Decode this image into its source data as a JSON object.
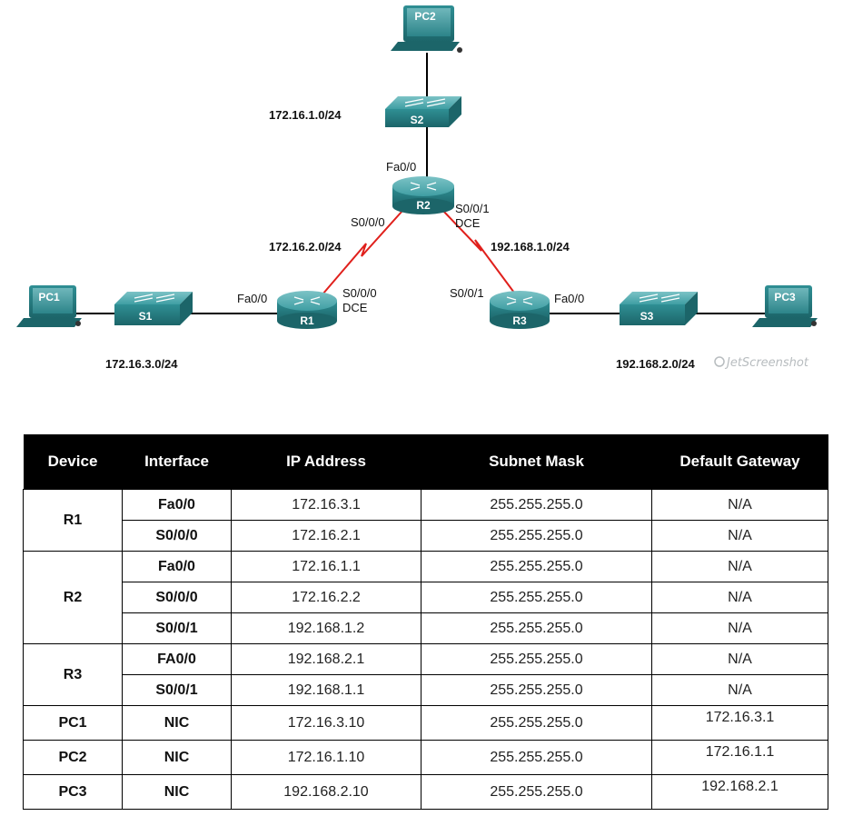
{
  "topology": {
    "devices": {
      "pc1": "PC1",
      "pc2": "PC2",
      "pc3": "PC3",
      "s1": "S1",
      "s2": "S2",
      "s3": "S3",
      "r1": "R1",
      "r2": "R2",
      "r3": "R3"
    },
    "networks": {
      "s2_lan": "172.16.1.0/24",
      "r1_r2": "172.16.2.0/24",
      "r2_r3": "192.168.1.0/24",
      "s1_lan": "172.16.3.0/24",
      "s3_lan": "192.168.2.0/24"
    },
    "interfaces": {
      "r2_fa": "Fa0/0",
      "r2_s000": "S0/0/0",
      "r2_s001": "S0/0/1",
      "r2_dce": "DCE",
      "r1_fa": "Fa0/0",
      "r1_s000": "S0/0/0",
      "r1_dce": "DCE",
      "r3_s001": "S0/0/1",
      "r3_fa": "Fa0/0"
    },
    "colors": {
      "device": "#2f8f94",
      "device_dark": "#1c6569",
      "serial_link": "#e0201c",
      "ethernet_link": "#000000"
    }
  },
  "table": {
    "headers": [
      "Device",
      "Interface",
      "IP Address",
      "Subnet Mask",
      "Default Gateway"
    ],
    "groups": [
      {
        "device": "R1",
        "rows": [
          {
            "iface": "Fa0/0",
            "ip": "172.16.3.1",
            "mask": "255.255.255.0",
            "gw": "N/A"
          },
          {
            "iface": "S0/0/0",
            "ip": "172.16.2.1",
            "mask": "255.255.255.0",
            "gw": "N/A"
          }
        ]
      },
      {
        "device": "R2",
        "rows": [
          {
            "iface": "Fa0/0",
            "ip": "172.16.1.1",
            "mask": "255.255.255.0",
            "gw": "N/A"
          },
          {
            "iface": "S0/0/0",
            "ip": "172.16.2.2",
            "mask": "255.255.255.0",
            "gw": "N/A"
          },
          {
            "iface": "S0/0/1",
            "ip": "192.168.1.2",
            "mask": "255.255.255.0",
            "gw": "N/A"
          }
        ]
      },
      {
        "device": "R3",
        "rows": [
          {
            "iface": "FA0/0",
            "ip": "192.168.2.1",
            "mask": "255.255.255.0",
            "gw": "N/A"
          },
          {
            "iface": "S0/0/1",
            "ip": "192.168.1.1",
            "mask": "255.255.255.0",
            "gw": "N/A"
          }
        ]
      },
      {
        "device": "PC1",
        "rows": [
          {
            "iface": "NIC",
            "ip": "172.16.3.10",
            "mask": "255.255.255.0",
            "gw": "172.16.3.1"
          }
        ]
      },
      {
        "device": "PC2",
        "rows": [
          {
            "iface": "NIC",
            "ip": "172.16.1.10",
            "mask": "255.255.255.0",
            "gw": "172.16.1.1"
          }
        ]
      },
      {
        "device": "PC3",
        "rows": [
          {
            "iface": "NIC",
            "ip": "192.168.2.10",
            "mask": "255.255.255.0",
            "gw": "192.168.2.1"
          }
        ]
      }
    ]
  }
}
